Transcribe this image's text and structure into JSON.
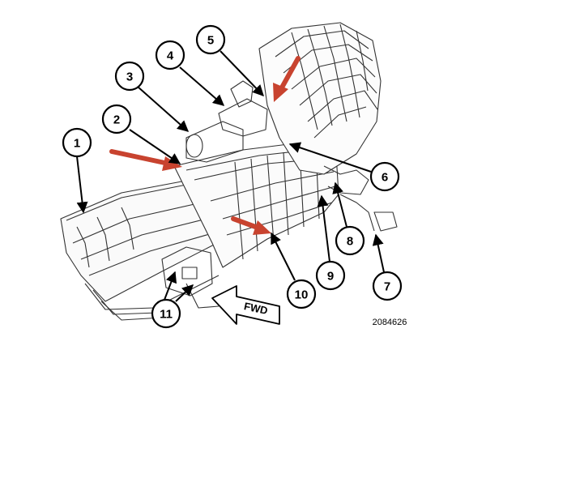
{
  "diagram": {
    "figure_number": "2084626",
    "direction_label": "FWD",
    "arrow_color": "#c8432f",
    "callouts": [
      "1",
      "2",
      "3",
      "4",
      "5",
      "6",
      "7",
      "8",
      "9",
      "10",
      "11"
    ]
  }
}
